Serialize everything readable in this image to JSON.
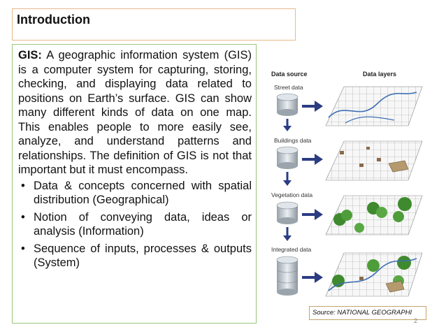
{
  "title": "Introduction",
  "intro": {
    "term": "GIS:",
    "text": " A geographic information system (GIS) is a computer system for capturing, storing, checking, and displaying data related to positions on Earth’s surface. GIS can show many different kinds of data on one map. This enables people to more easily see, analyze, and understand patterns and relationships. The definition of GIS is not that important but it must encompass."
  },
  "bullets": [
    "Data & concepts concerned with spatial distribution (Geographical)",
    "Notion of conveying data, ideas or analysis (Information)",
    "Sequence of inputs, processes & outputs (System)"
  ],
  "figure": {
    "header_left": "Data source",
    "header_right": "Data layers",
    "rows": [
      "Street data",
      "Buildings data",
      "Vegetation data",
      "Integrated data"
    ]
  },
  "source": "Source: NATIONAL GEOGRAPHI",
  "page_number": "2"
}
